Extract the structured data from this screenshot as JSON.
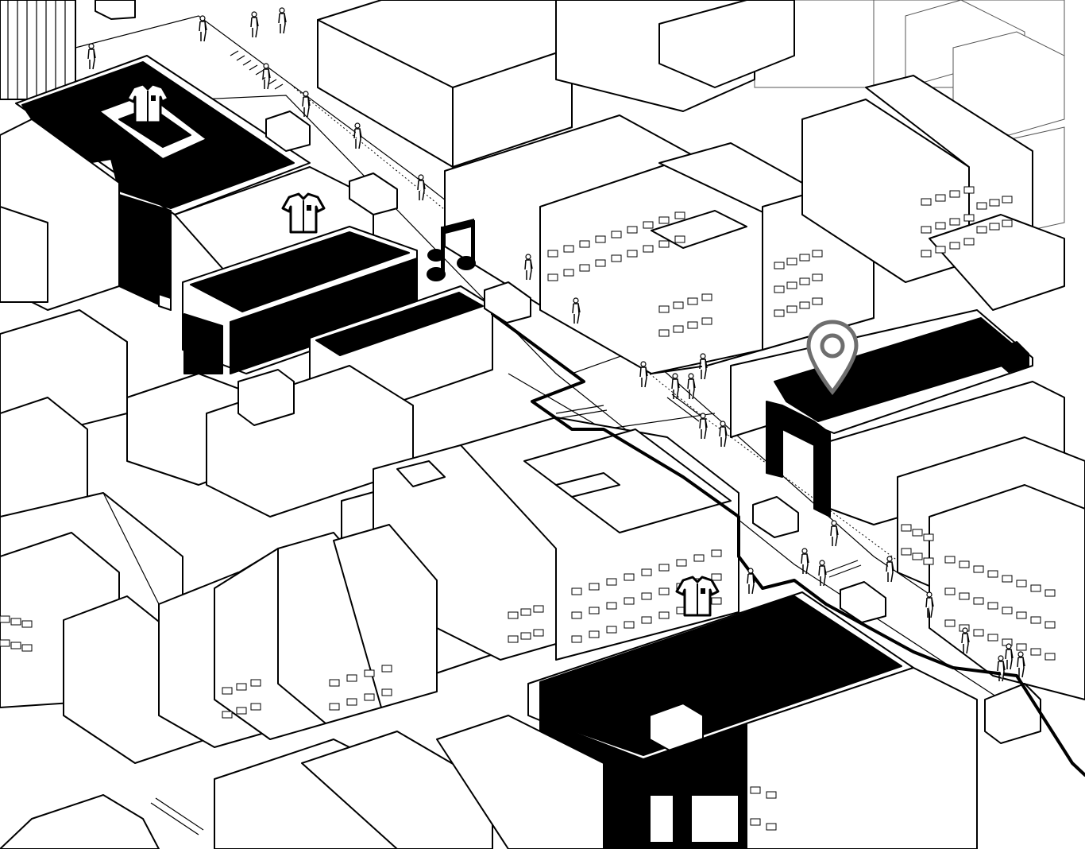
{
  "scene": {
    "kind": "isometric urban block line drawing",
    "colors": {
      "background": "#ffffff",
      "line": "#000000",
      "highlight_fill": "#000000",
      "marker": "#6e6e6e"
    },
    "highlighted_buildings": 4,
    "icons": [
      {
        "name": "shirt-icon",
        "count": 3
      },
      {
        "name": "music-notes-icon",
        "count": 1
      },
      {
        "name": "location-pin-icon",
        "count": 1
      }
    ]
  }
}
